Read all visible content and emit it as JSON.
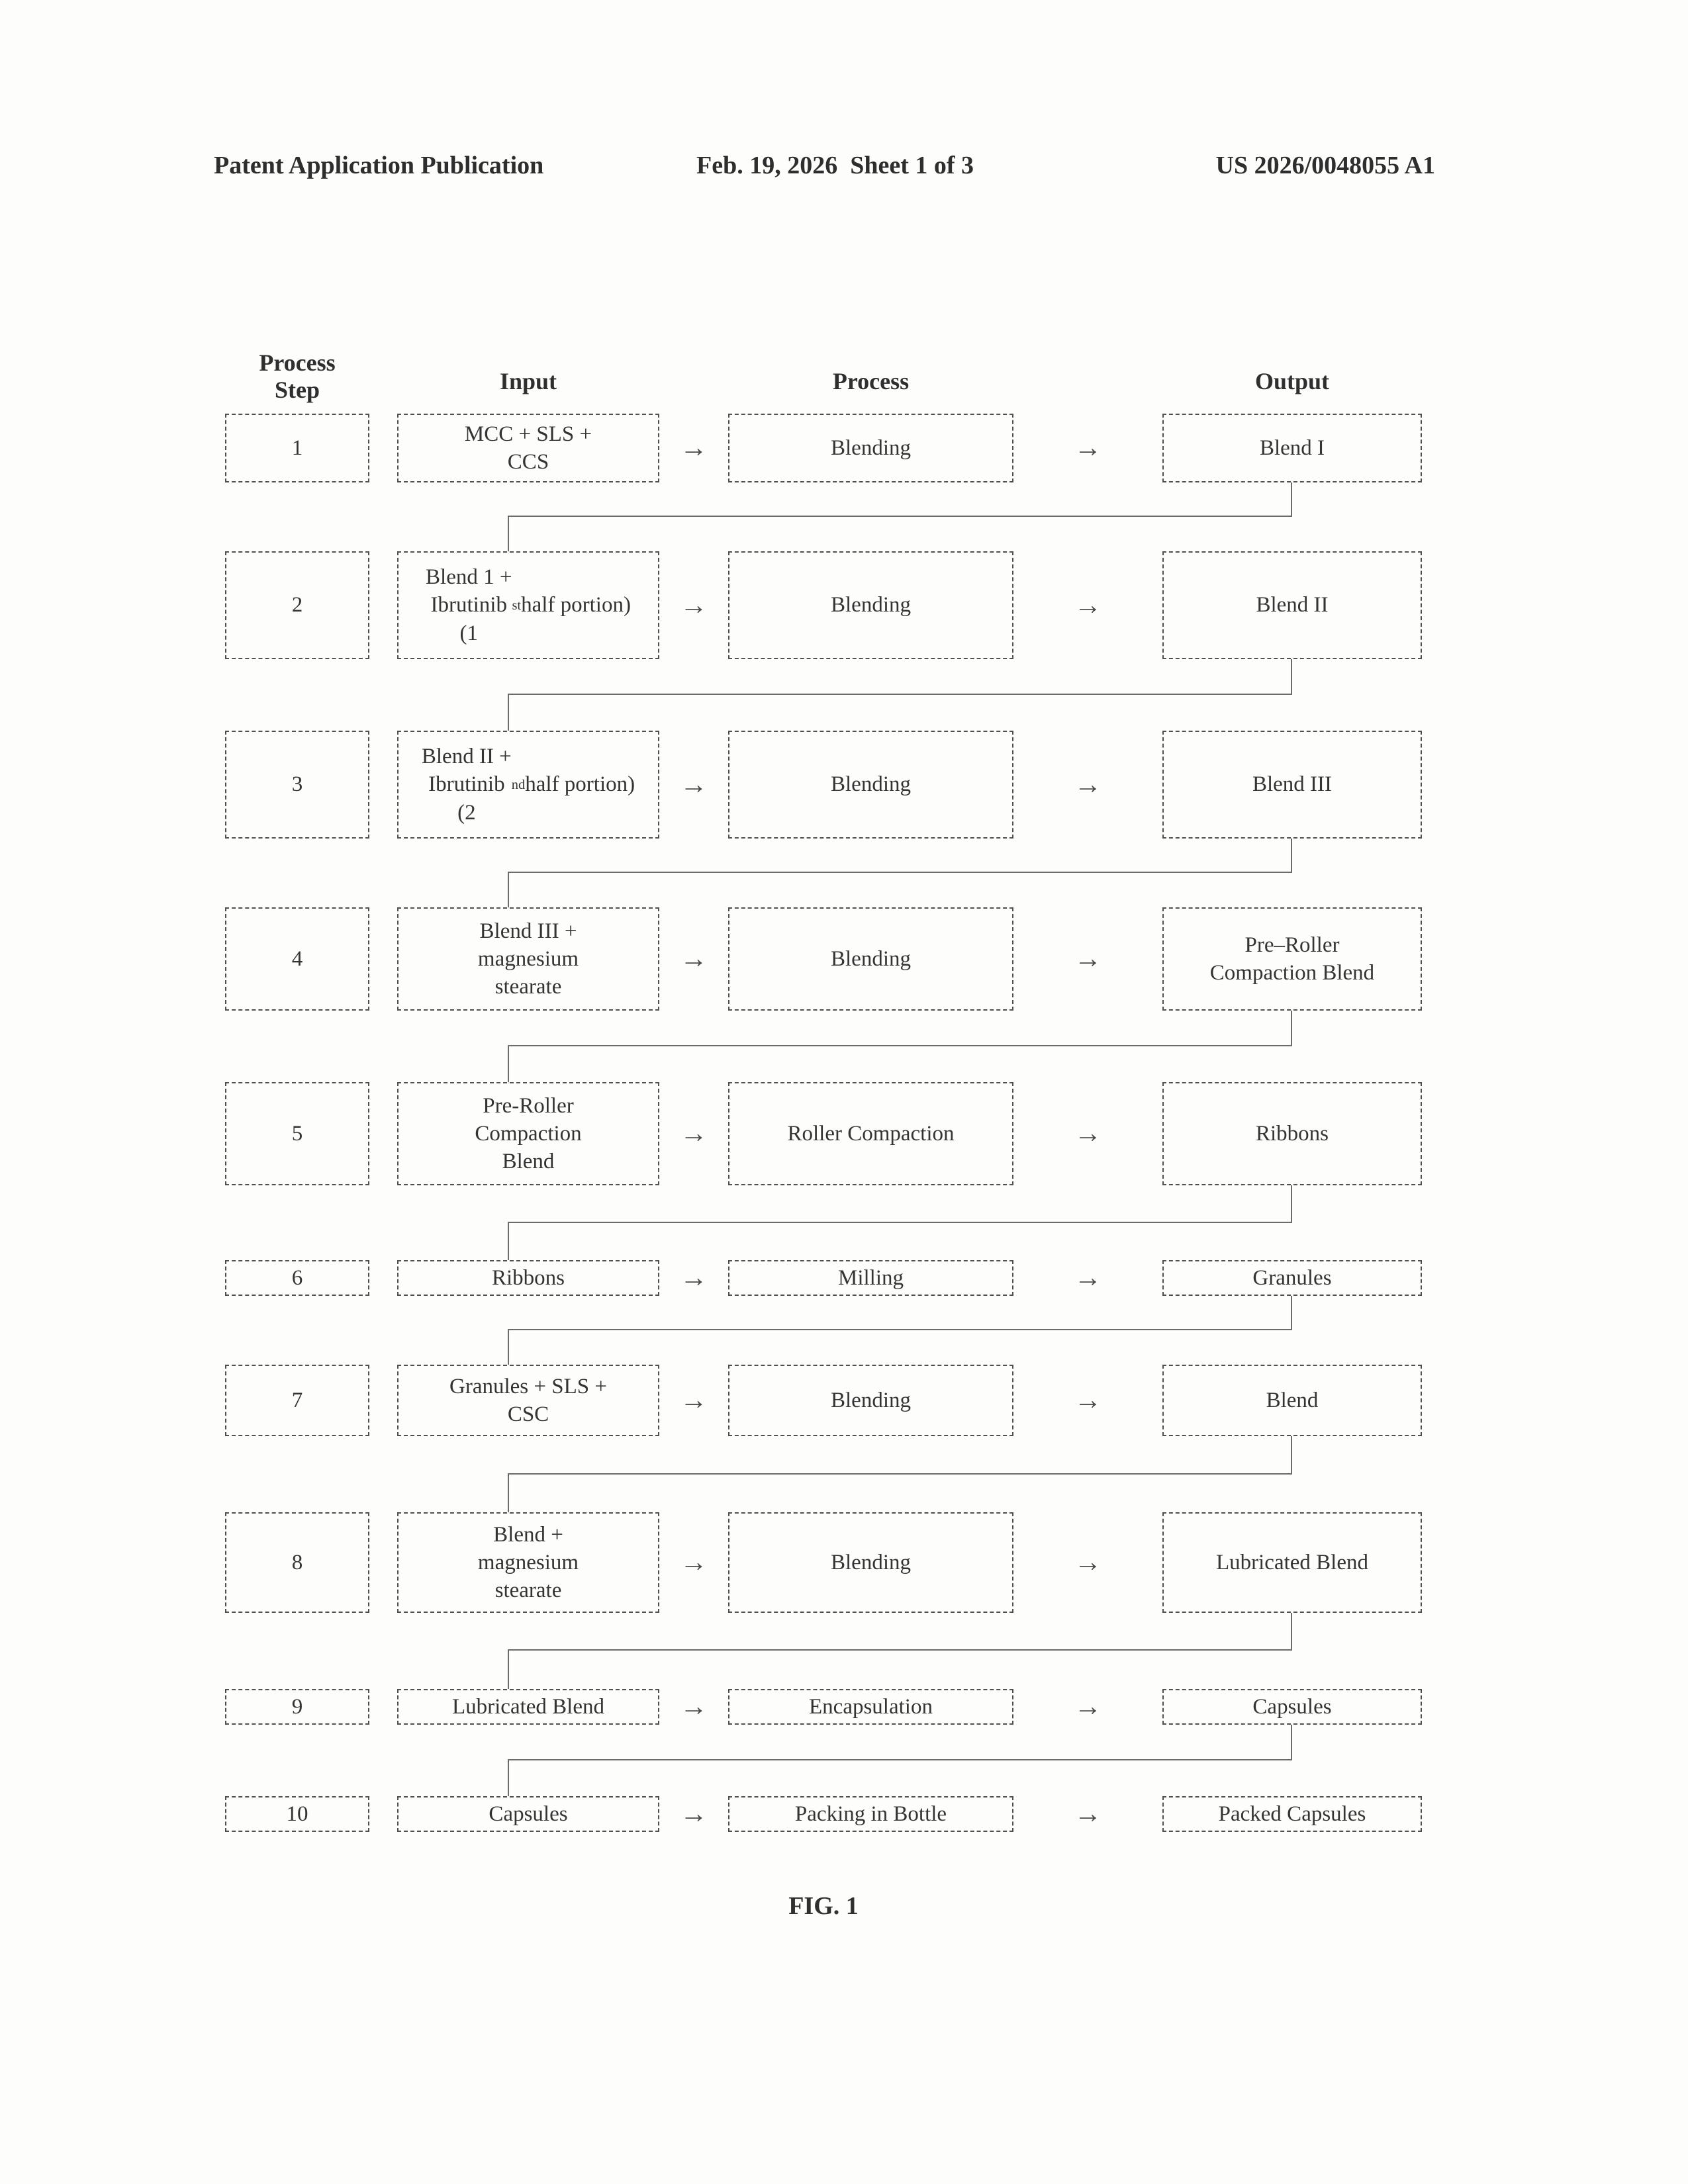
{
  "page": {
    "header": {
      "left": "Patent Application Publication",
      "center": "Feb. 19, 2026  Sheet 1 of 3",
      "right": "US 2026/0048055 A1"
    },
    "figure_label": "FIG. 1"
  },
  "diagram": {
    "column_headers": {
      "step": "Process\nStep",
      "input": "Input",
      "process": "Process",
      "output": "Output"
    },
    "arrow_glyph": "→",
    "rows": [
      {
        "step": "1",
        "input": "MCC + SLS +\nCCS",
        "process": "Blending",
        "output": "Blend I"
      },
      {
        "step": "2",
        "input": "Blend 1 +\nIbrutinib\n(1<sup>st</sup> half portion)",
        "process": "Blending",
        "output": "Blend II"
      },
      {
        "step": "3",
        "input": "Blend II +\nIbrutinib\n(2<sup>nd</sup> half portion)",
        "process": "Blending",
        "output": "Blend III"
      },
      {
        "step": "4",
        "input": "Blend III +\nmagnesium\nstearate",
        "process": "Blending",
        "output": "Pre–Roller\nCompaction Blend"
      },
      {
        "step": "5",
        "input": "Pre-Roller\nCompaction\nBlend",
        "process": "Roller Compaction",
        "output": "Ribbons"
      },
      {
        "step": "6",
        "input": "Ribbons",
        "process": "Milling",
        "output": "Granules"
      },
      {
        "step": "7",
        "input": "Granules + SLS +\nCSC",
        "process": "Blending",
        "output": "Blend"
      },
      {
        "step": "8",
        "input": "Blend +\nmagnesium\nstearate",
        "process": "Blending",
        "output": "Lubricated Blend"
      },
      {
        "step": "9",
        "input": "Lubricated Blend",
        "process": "Encapsulation",
        "output": "Capsules"
      },
      {
        "step": "10",
        "input": "Capsules",
        "process": "Packing in Bottle",
        "output": "Packed Capsules"
      }
    ]
  }
}
